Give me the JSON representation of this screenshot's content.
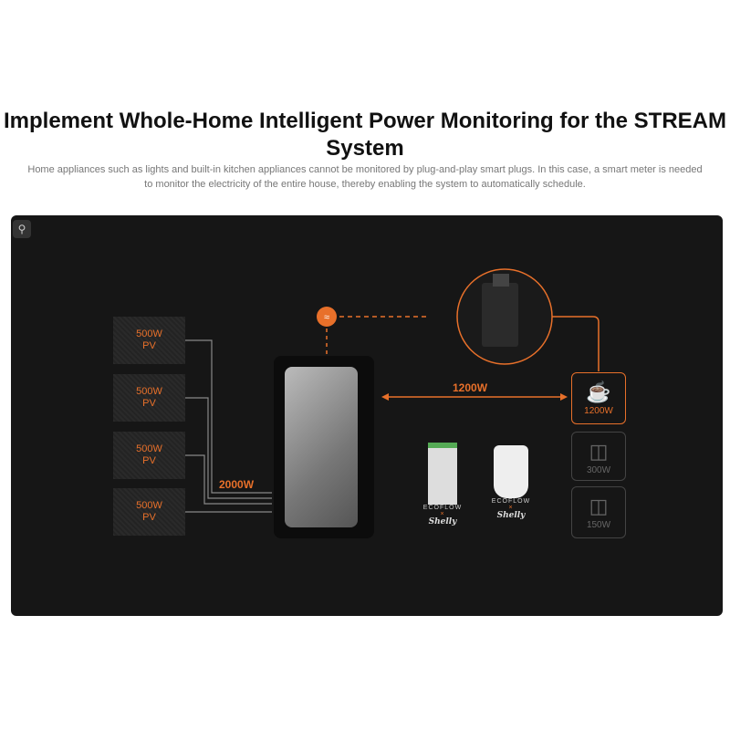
{
  "header": {
    "title": "Implement Whole-Home Intelligent Power Monitoring for the STREAM System",
    "subtitle": "Home appliances such as lights and built-in kitchen appliances cannot be monitored by plug-and-play smart plugs. In this case, a smart meter is needed to monitor the electricity of the entire house, thereby enabling the system to automatically schedule."
  },
  "diagram": {
    "pv_panels": [
      {
        "power": "500W",
        "label": "PV"
      },
      {
        "power": "500W",
        "label": "PV"
      },
      {
        "power": "500W",
        "label": "PV"
      },
      {
        "power": "500W",
        "label": "PV"
      }
    ],
    "pv_total": "2000W",
    "link_power": "1200W",
    "appliances": [
      {
        "icon": "kettle-icon",
        "power": "1200W",
        "active": true
      },
      {
        "icon": "blender-icon",
        "power": "300W",
        "active": false
      },
      {
        "icon": "fridge-icon",
        "power": "150W",
        "active": false
      }
    ],
    "devices": [
      {
        "icon": "din-rail-meter-icon",
        "brand": "ECOFLOW",
        "x": "×",
        "partner": "Shelly"
      },
      {
        "icon": "smart-plug-icon",
        "brand": "ECOFLOW",
        "x": "×",
        "partner": "Shelly"
      }
    ],
    "accent": "#e8702a"
  }
}
